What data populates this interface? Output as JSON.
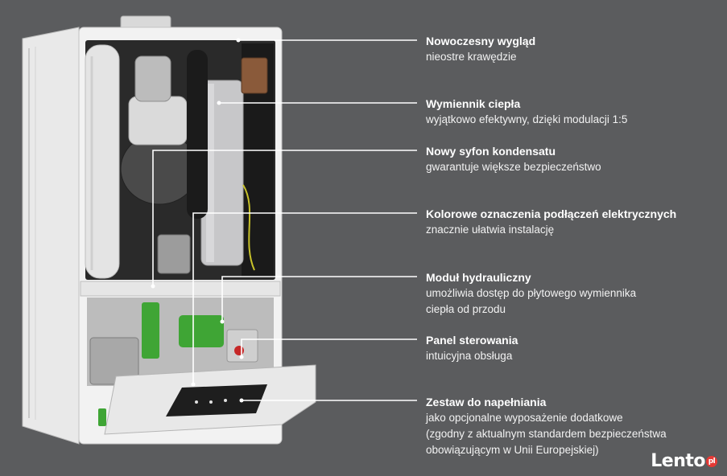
{
  "callouts": [
    {
      "title": "Nowoczesny wygląd",
      "desc": [
        "nieostre krawędzie"
      ]
    },
    {
      "title": "Wymiennik ciepła",
      "desc": [
        "wyjątkowo efektywny, dzięki modulacji 1:5"
      ]
    },
    {
      "title": "Nowy syfon kondensatu",
      "desc": [
        "gwarantuje większe bezpieczeństwo"
      ]
    },
    {
      "title": "Kolorowe oznaczenia podłączeń elektrycznych",
      "desc": [
        "znacznie ułatwia instalację"
      ]
    },
    {
      "title": "Moduł hydrauliczny",
      "desc": [
        "umożliwia dostęp do płytowego wymiennika",
        "ciepła od przodu"
      ]
    },
    {
      "title": "Panel sterowania",
      "desc": [
        "intuicyjna obsługa"
      ]
    },
    {
      "title": "Zestaw do napełniania",
      "desc": [
        "jako opcjonalne wyposażenie dodatkowe",
        "(zgodny z aktualnym standardem bezpieczeństwa",
        "obowiązującym w Unii Europejskiej)"
      ]
    }
  ],
  "watermark": {
    "text": "Lento",
    "badge": "pl"
  },
  "colors": {
    "background": "#5b5c5e",
    "text": "#ffffff",
    "leader": "#ffffff",
    "accent_green": "#3fa535",
    "badge_red": "#e53935"
  }
}
